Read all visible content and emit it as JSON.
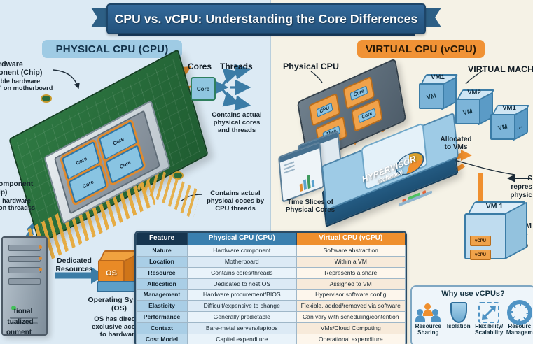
{
  "title": "CPU vs. vCPU: Understanding the Core Differences",
  "left_panel": {
    "heading": "PHYSICAL CPU (CPU)",
    "annotations": {
      "hardware_component": "Hardware\nComponent (Chip)\nTangible hardware\n\"chip\" on motherboard",
      "hardware_component_l1": "rdware",
      "hardware_component_l2": "onent (Chip)",
      "hardware_component_l3": "ible hardware",
      "hardware_component_l4": "\" on motherboard",
      "component_l1": "omponent",
      "component_l2": "ip)",
      "component_l3": "l hardware",
      "component_l4": "on threadss",
      "cores_label": "Cores",
      "threads_label": "Threads",
      "core_chip_label": "Core",
      "contains_actual_threads": "Contains actual\nphysical cores\nand threads",
      "contains_actual_cores": "Contains actual\nphysical coces by\nCPU threads",
      "dedicated_resources": "Dedicated\nResources",
      "operating_system": "Operating System\n(OS)",
      "os_access": "OS has direct &\nexclusive access\nto hardware",
      "traditional_l1": "tional",
      "traditional_l2": "tualized",
      "traditional_l3": "onment",
      "core_tile": "Core",
      "os_cube": "OS"
    }
  },
  "right_panel": {
    "heading": "VIRTUAL CPU (vCPU)",
    "annotations": {
      "physical_cpu": "Physical CPU",
      "virtual_machines": "VIRTUAL MACHIN",
      "hypervisor_title": "HYPERVISOR",
      "hypervisor_sub": "(Software)",
      "time_slices": "Time Slices of\nPhysical Cores",
      "allocated_to_vms": "Allocated\nto VMs",
      "share_l1": "S",
      "share_l2": "repres",
      "share_l3": "physic",
      "vm_right_l1": "VM",
      "vm_right_l2": "v",
      "vm_right_l3": "p",
      "vm_box_title": "VM 1",
      "vcpu_tile": "vCPU",
      "chip_tiles": [
        "CPU",
        "Core",
        "Thre",
        "Core",
        "Thre",
        "Core"
      ]
    },
    "vms": [
      {
        "name": "VM1",
        "front": "VM",
        "side": ""
      },
      {
        "name": "VM2",
        "front": "VM",
        "side": ""
      },
      {
        "name": "VM1",
        "front": "VM",
        "side": "..."
      }
    ],
    "why_card": {
      "heading": "Why use vCPUs?",
      "items": [
        {
          "icon": "people-icon",
          "label": "Resource\nSharing"
        },
        {
          "icon": "shield-icon",
          "label": "Isolation"
        },
        {
          "icon": "expand-arrows-icon",
          "label": "Flexibility/\nScalability"
        },
        {
          "icon": "gear-icon",
          "label": "Resourc\nManagem"
        }
      ]
    }
  },
  "table": {
    "headers": [
      "Feature",
      "Physical CPU (CPU)",
      "Virtual CPU (vCPU)"
    ],
    "rows": [
      [
        "Nature",
        "Hardware component",
        "Software abstraction"
      ],
      [
        "Location",
        "Motherboard",
        "Within a VM"
      ],
      [
        "Resource",
        "Contains cores/threads",
        "Represents a share"
      ],
      [
        "Allocation",
        "Dedicated to host OS",
        "Assigned to VM"
      ],
      [
        "Management",
        "Hardware procurement/BIOS",
        "Hypervisor software config"
      ],
      [
        "Elasticity",
        "Difficult/expensive to change",
        "Flexible, added/removed via software"
      ],
      [
        "Performance",
        "Generally predictable",
        "Can vary with scheduling/contention"
      ],
      [
        "Context",
        "Bare-metal servers/laptops",
        "VMs/Cloud Computing"
      ],
      [
        "Cost Model",
        "Capital expenditure",
        "Operational expenditure"
      ]
    ]
  },
  "colors": {
    "banner": "#23527c",
    "left_bg": "#dceaf4",
    "right_bg": "#f5f2e6",
    "cpu_accent": "#3a7fae",
    "vcpu_accent": "#ef8f2e",
    "table_header_dark": "#16354f"
  }
}
